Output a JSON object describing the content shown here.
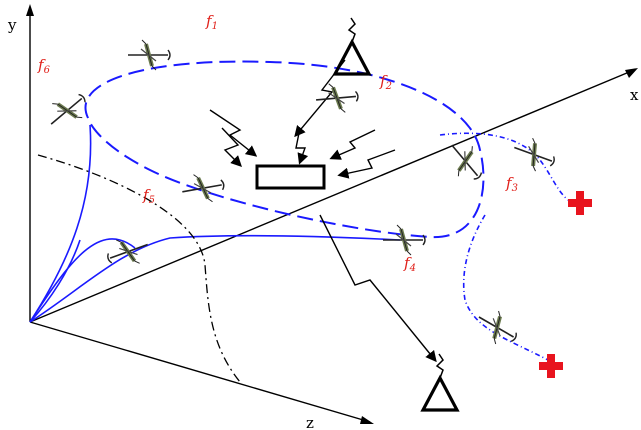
{
  "axes": {
    "y": "y",
    "x": "x",
    "z": "z"
  },
  "formation_labels": [
    {
      "id": "f1",
      "letter": "f",
      "index": "1"
    },
    {
      "id": "f2",
      "letter": "f",
      "index": "2"
    },
    {
      "id": "f3",
      "letter": "f",
      "index": "3"
    },
    {
      "id": "f4",
      "letter": "f",
      "index": "4"
    },
    {
      "id": "f5",
      "letter": "f",
      "index": "5"
    },
    {
      "id": "f6",
      "letter": "f",
      "index": "6"
    }
  ],
  "colors": {
    "trajectory": "#1a1aff",
    "label": "#e0201a",
    "target_cross": "#e8141e",
    "axis": "#000000",
    "aircraft_body": "#6b7a4e"
  },
  "icons": {
    "aircraft": "uav-icon",
    "ground_station": "triangle-antenna-icon",
    "control_center": "rectangle-station-icon",
    "target": "red-cross-icon"
  }
}
